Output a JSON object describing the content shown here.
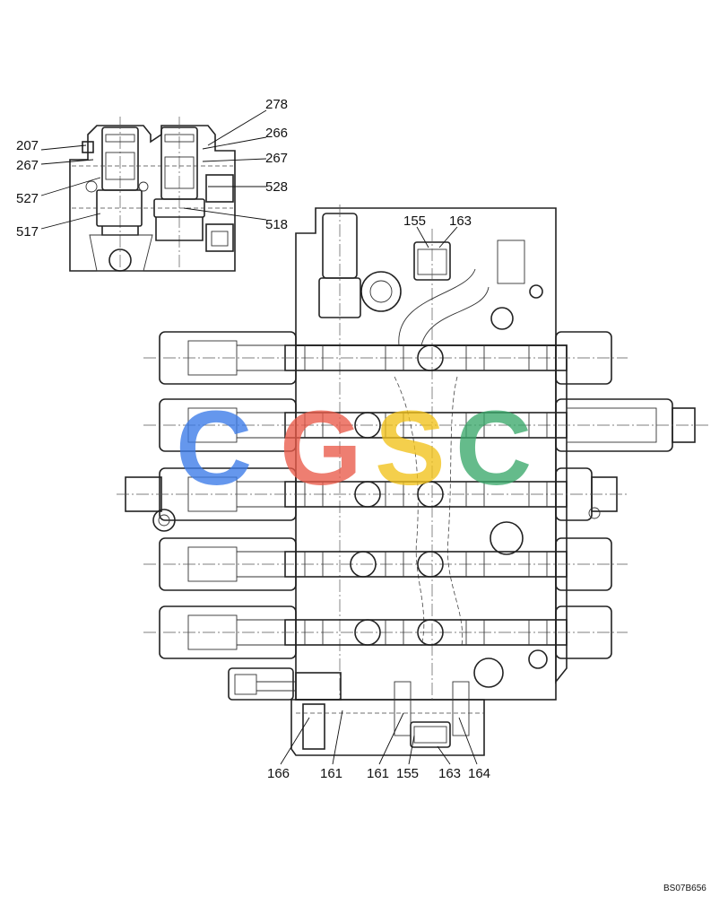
{
  "drawing_code": "BS07B656",
  "watermark": {
    "letters": [
      {
        "char": "C",
        "color": "#3b7be8"
      },
      {
        "char": "G",
        "color": "#ea5b4a"
      },
      {
        "char": "S",
        "color": "#f2c21b"
      },
      {
        "char": "C",
        "color": "#3aa96b"
      }
    ]
  },
  "detail_callouts": {
    "c278": "278",
    "c266": "266",
    "c267_right": "267",
    "c528": "528",
    "c518": "518",
    "c207": "207",
    "c267_left": "267",
    "c527": "527",
    "c517": "517"
  },
  "main_callouts": {
    "c155_top": "155",
    "c163_top": "163",
    "c166": "166",
    "c161_a": "161",
    "c161_b": "161",
    "c155_bottom": "155",
    "c163_bottom": "163",
    "c164": "164"
  }
}
